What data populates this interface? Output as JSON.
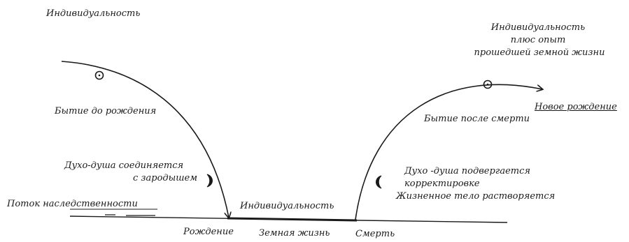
{
  "labels": {
    "individuality_top_left": "Индивидуальность",
    "individuality_top_right_1": "Индивидуальность",
    "individuality_top_right_2": "плюс опыт",
    "individuality_top_right_3": "прошедшей земной жизни",
    "being_before_birth": "Бытие до рождения",
    "being_after_death": "Бытие после смерти",
    "new_birth": "Новое рождение",
    "spirit_soul_joins_1": "Духо-душа соединяется",
    "spirit_soul_joins_2": "с зародышем",
    "spirit_soul_corrected_1": "Духо -душа подвергается",
    "spirit_soul_corrected_2": "корректировке",
    "life_body_dissolves": "Жизненное тело растворяется",
    "heredity_stream": "Поток наследственности",
    "individuality_bottom": "Индивидуальность",
    "birth": "Рождение",
    "earthly_life": "Земная жизнь",
    "death": "Смерть"
  },
  "symbols": {
    "sun": "sun-dot-symbol",
    "moon": "crescent-moon-symbol"
  },
  "colors": {
    "ink": "#1a1a1a",
    "background": "#ffffff"
  }
}
